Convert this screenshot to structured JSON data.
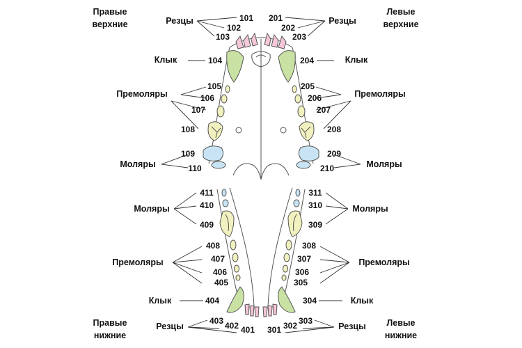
{
  "quadrants": {
    "upper_right": [
      "Правые",
      "верхние"
    ],
    "upper_left": [
      "Левые",
      "верхние"
    ],
    "lower_right": [
      "Правые",
      "нижние"
    ],
    "lower_left": [
      "Левые",
      "нижние"
    ]
  },
  "categories": {
    "incisors": "Резцы",
    "canine": "Клык",
    "premolars": "Премоляры",
    "molars": "Моляры"
  },
  "teeth": {
    "t101": "101",
    "t102": "102",
    "t103": "103",
    "t104": "104",
    "t105": "105",
    "t106": "106",
    "t107": "107",
    "t108": "108",
    "t109": "109",
    "t110": "110",
    "t201": "201",
    "t202": "202",
    "t203": "203",
    "t204": "204",
    "t205": "205",
    "t206": "206",
    "t207": "207",
    "t208": "208",
    "t209": "209",
    "t210": "210",
    "t301": "301",
    "t302": "302",
    "t303": "303",
    "t304": "304",
    "t305": "305",
    "t306": "306",
    "t307": "307",
    "t308": "308",
    "t309": "309",
    "t310": "310",
    "t311": "311",
    "t401": "401",
    "t402": "402",
    "t403": "403",
    "t404": "404",
    "t405": "405",
    "t406": "406",
    "t407": "407",
    "t408": "408",
    "t409": "409",
    "t410": "410",
    "t411": "411"
  },
  "colors": {
    "incisor": "#f6c6d9",
    "canine": "#c9e2a4",
    "premolar": "#f1f1bf",
    "molar": "#c8e4f4",
    "outline": "#555555"
  }
}
